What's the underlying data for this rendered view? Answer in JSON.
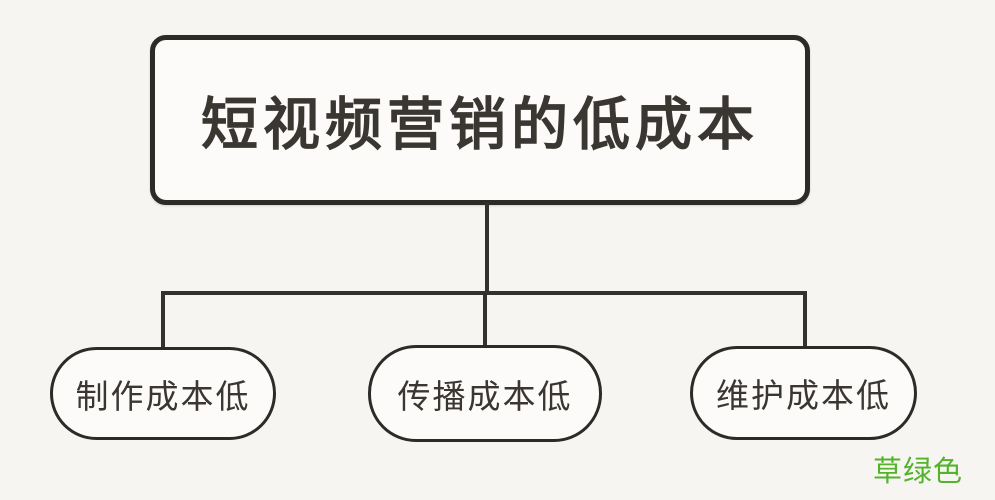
{
  "diagram": {
    "title": "短视频营销的低成本",
    "root": {
      "label": "短视频营销的低成本"
    },
    "children": [
      {
        "label": "制作成本低"
      },
      {
        "label": "传播成本低"
      },
      {
        "label": "维护成本低"
      }
    ],
    "watermark": {
      "label": "草绿色"
    }
  },
  "colors": {
    "background": "#f6f5f2",
    "node_fill": "#fcfbf9",
    "node_border": "#2d2b28",
    "text": "#3a3632",
    "line": "#34322e",
    "accent_green": "#54b32b"
  }
}
